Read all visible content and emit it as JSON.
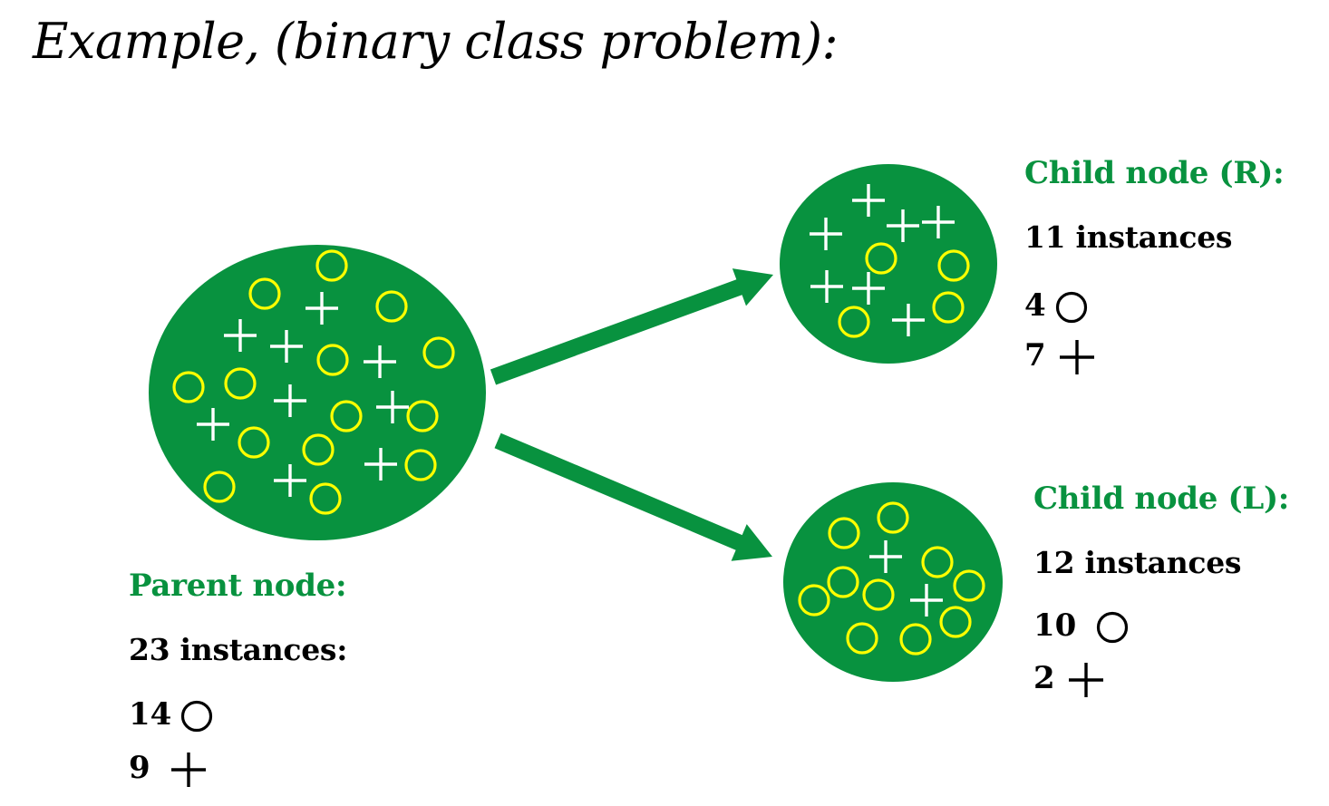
{
  "title": "Example,  (binary class problem):",
  "colors": {
    "node_fill": "#08923f",
    "label_green": "#08923f",
    "circle_marker": "#ffff00",
    "plus_marker": "#ffffff",
    "arrow": "#08923f"
  },
  "nodes": {
    "parent": {
      "heading": "Parent node:",
      "instances": "23 instances:",
      "circle_count": "14",
      "plus_count": "9"
    },
    "right": {
      "heading": "Child node (R):",
      "instances": "11 instances",
      "circle_count": "4",
      "plus_count": "7"
    },
    "left": {
      "heading": "Child node (L):",
      "instances": "12 instances",
      "circle_count": "10",
      "plus_count": "2"
    }
  },
  "icons": [
    "circle-icon",
    "plus-icon",
    "arrow-icon"
  ]
}
